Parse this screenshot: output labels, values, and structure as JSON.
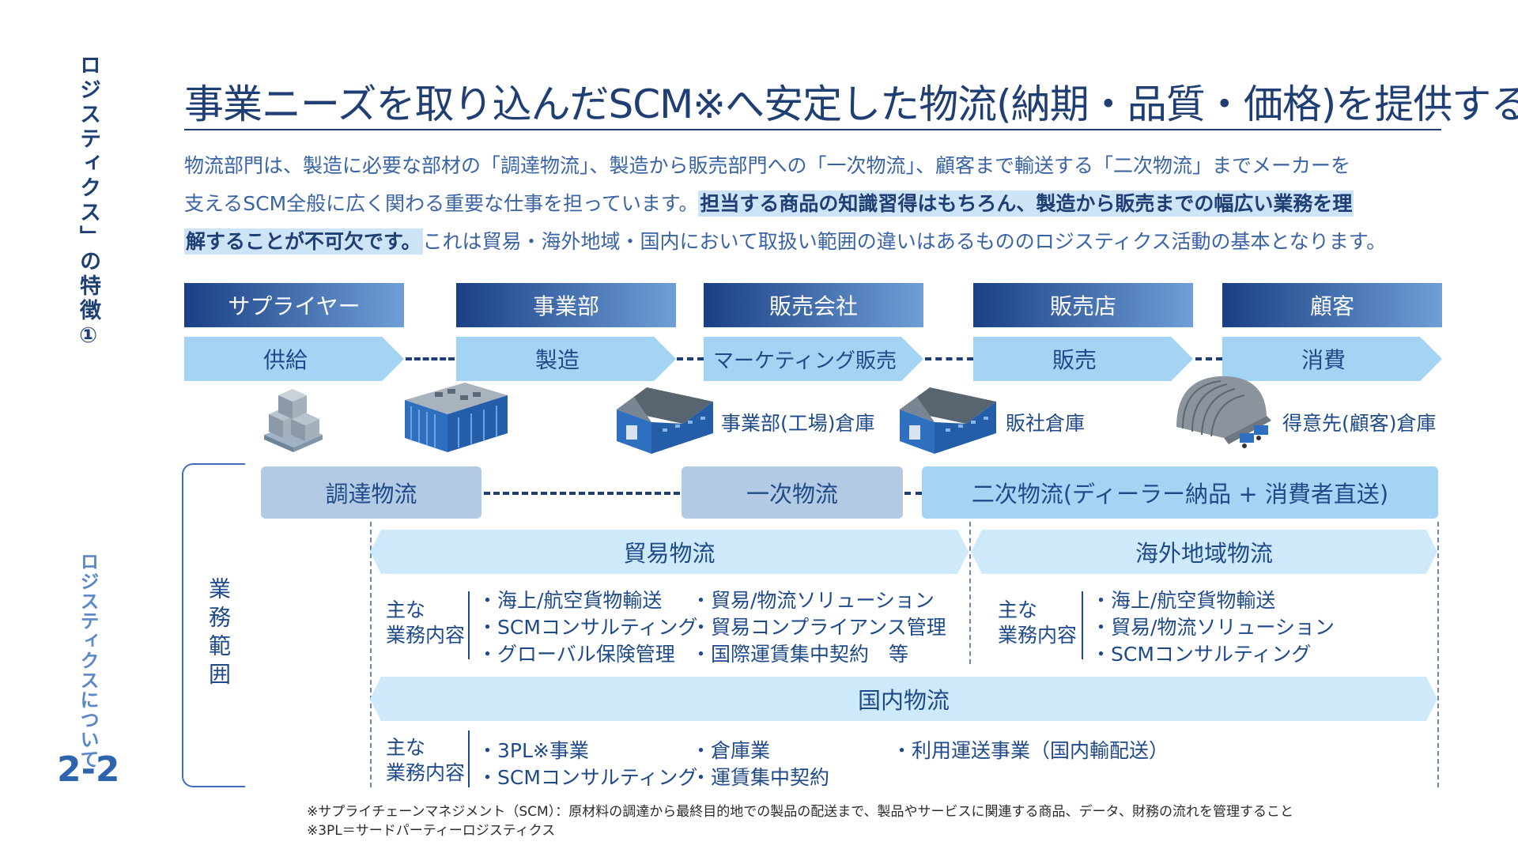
{
  "side": {
    "section_title": "ロジスティクス」の特徴①",
    "chapter_title": "ロジスティクスについて",
    "chapter_number": "2-2"
  },
  "header": {
    "title": "事業ニーズを取り込んだSCM※へ安定した物流(納期・品質・価格)を提供する"
  },
  "intro": {
    "line1": "物流部門は、製造に必要な部材の「調達物流」、製造から販売部門への「一次物流」、顧客まで輸送する「二次物流」までメーカーを",
    "line2_plain": "支えるSCM全般に広く関わる重要な仕事を担っています。",
    "line2_highlight": "担当する商品の知識習得はもちろん、製造から販売までの幅広い業務を理",
    "line3_highlight": "解することが不可欠です。",
    "line3_plain": "これは貿易・海外地域・国内において取扱い範囲の違いはあるもののロジスティクス活動の基本となります。"
  },
  "stages": [
    "サプライヤー",
    "事業部",
    "販売会社",
    "販売店",
    "顧客"
  ],
  "activities": [
    "供給",
    "製造",
    "マーケティング販売",
    "販売",
    "消費"
  ],
  "warehouses": {
    "division": "事業部(工場)倉庫",
    "sales_company": "販社倉庫",
    "customer": "得意先(顧客)倉庫"
  },
  "flows": {
    "procurement": "調達物流",
    "primary": "一次物流",
    "secondary": "二次物流(ディーラー納品 + 消費者直送)"
  },
  "scope": {
    "label": "業務範囲",
    "trade": {
      "title": "貿易物流",
      "heading": "主な\n業務内容",
      "col1": [
        "・海上/航空貨物輸送",
        "・SCMコンサルティング",
        "・グローバル保険管理"
      ],
      "col2": [
        "・貿易/物流ソリューション",
        "・貿易コンプライアンス管理",
        "・国際運賃集中契約　等"
      ]
    },
    "overseas": {
      "title": "海外地域物流",
      "heading": "主な\n業務内容",
      "items": [
        "・海上/航空貨物輸送",
        "・貿易/物流ソリューション",
        "・SCMコンサルティング"
      ]
    },
    "domestic": {
      "title": "国内物流",
      "heading": "主な\n業務内容",
      "col1": [
        "・3PL※事業",
        "・SCMコンサルティング"
      ],
      "col2": [
        "・倉庫業",
        "・運賃集中契約"
      ],
      "col3": [
        "・利用運送事業（国内輸配送）"
      ]
    }
  },
  "footnotes": {
    "scm": "※サプライチェーンマネジメント（SCM）：原材料の調達から最終目的地での製品の配送まで、製品やサービスに関連する商品、データ、財務の流れを管理すること",
    "tpl": "※3PL＝サードパーティーロジスティクス"
  },
  "colors": {
    "navy": "#1b3f86",
    "light_blue": "#a4d4f3",
    "pale_blue": "#cde9fa",
    "grey_blue": "#b3cae4"
  }
}
